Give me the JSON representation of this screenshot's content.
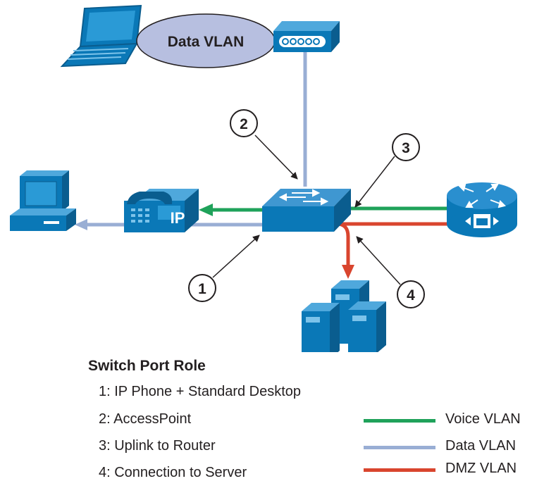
{
  "cloud_label": "Data VLAN",
  "phone_label": "IP",
  "callouts": [
    "1",
    "2",
    "3",
    "4"
  ],
  "section_title": "Switch Port Role",
  "port_roles": [
    "1: IP Phone + Standard Desktop",
    "2: AccessPoint",
    "3: Uplink to Router",
    "4: Connection to Server"
  ],
  "legend": [
    {
      "label": "Voice VLAN",
      "color": "#1fa25a"
    },
    {
      "label": "Data VLAN",
      "color": "#99aed4"
    },
    {
      "label": "DMZ VLAN",
      "color": "#d9452e"
    }
  ],
  "colors": {
    "device_blue": "#0a78b7",
    "device_dark": "#0a5d8f",
    "cloud_fill": "#b7bfe0",
    "voice": "#1fa25a",
    "data": "#99aed4",
    "dmz": "#d9452e"
  },
  "icons": [
    "laptop-icon",
    "access-point-icon",
    "desktop-pc-icon",
    "ip-phone-icon",
    "switch-icon",
    "router-icon",
    "server-icon"
  ]
}
